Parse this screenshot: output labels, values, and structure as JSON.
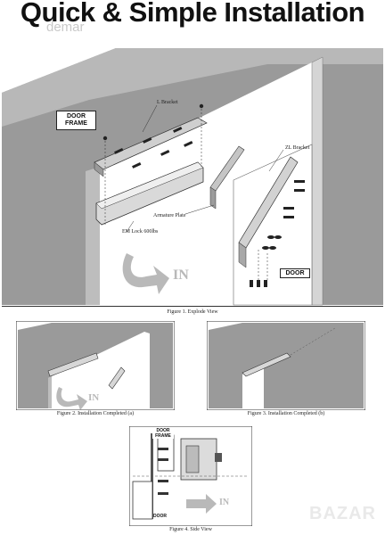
{
  "title": "Quick & Simple Installation",
  "watermark_top": "demar",
  "watermark_brand": "BAZAR",
  "fig1": {
    "caption": "Figure 1. Explode View",
    "door_frame_label": "DOOR FRAME",
    "door_label": "DOOR",
    "l_bracket": "L Bracket",
    "zl_bracket": "ZL Bracket",
    "armature_plate": "Armature Plate",
    "em_lock": "EM Lock 600lbs",
    "in_label": "IN"
  },
  "fig2": {
    "caption": "Figure 2. Installation Completed (a)",
    "in_label": "IN"
  },
  "fig3": {
    "caption": "Figure 3. Installation Completed (b)"
  },
  "fig4": {
    "caption": "Figure 4. Side View",
    "door_frame_label": "DOOR FRAME",
    "door_label": "DOOR",
    "in_label": "IN"
  },
  "colors": {
    "wall": "#9a9a9a",
    "door": "#ffffff",
    "metal": "#cfcfcf",
    "arrow": "#b9b9b9"
  }
}
